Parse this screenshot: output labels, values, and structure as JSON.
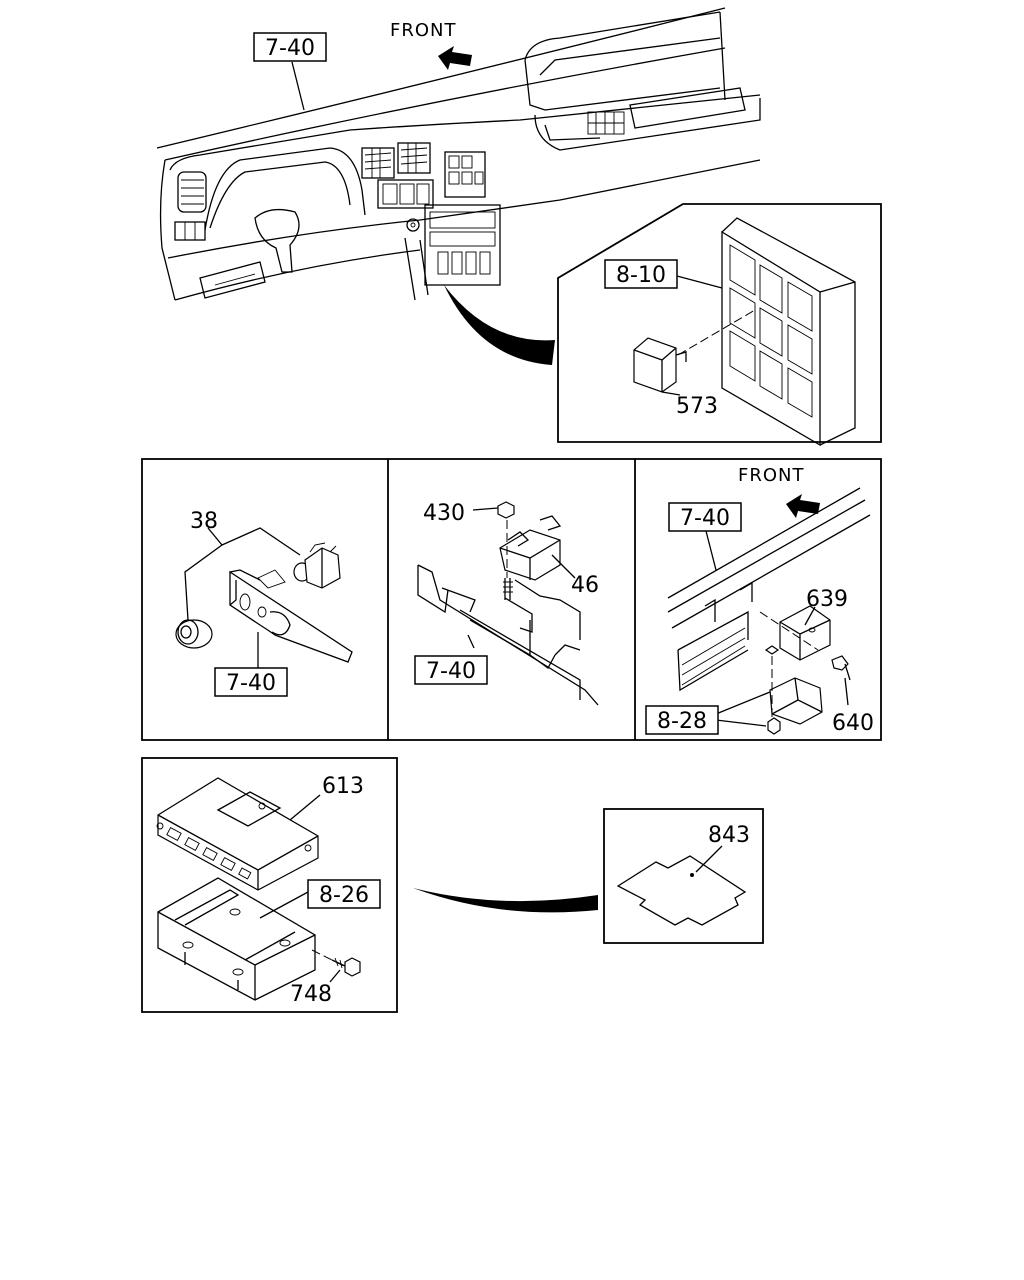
{
  "diagram": {
    "top": {
      "front_label": "FRONT",
      "ref_dash": "7-40",
      "ref_relay_box": "8-10",
      "part_relay": "573"
    },
    "panel_switch": {
      "part_switch": "38",
      "ref_bracket": "7-40"
    },
    "panel_relay": {
      "part_nut": "430",
      "part_relay": "46",
      "ref_bracket": "7-40"
    },
    "panel_bracket": {
      "front_label": "FRONT",
      "ref_dash": "7-40",
      "part_bracket": "639",
      "part_bolt": "640",
      "ref_module": "8-28"
    },
    "panel_ecu": {
      "part_ecu": "613",
      "ref_bracket": "8-26",
      "part_bolt": "748"
    },
    "panel_label": {
      "part_label": "843"
    }
  }
}
